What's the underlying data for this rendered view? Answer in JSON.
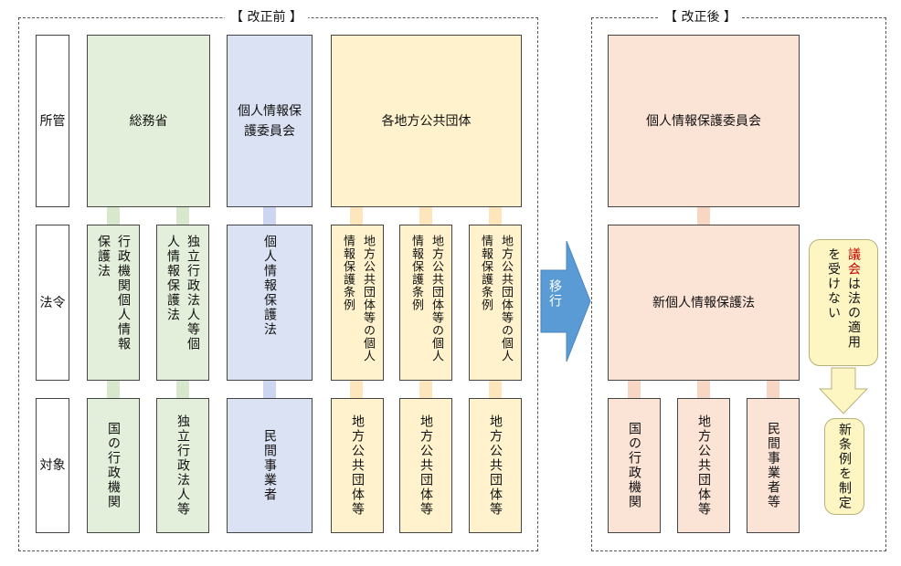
{
  "before": {
    "title": "【 改正前 】",
    "rows": {
      "jurisdiction": "所管",
      "law": "法令",
      "target": "対象"
    },
    "jurisdictions": {
      "soumu": "総務省",
      "ppc": "個人情報保護委員会",
      "local": "各地方公共団体"
    },
    "laws": {
      "gov": "行政機関個人情報保護法",
      "indep": "独立行政法人等個人情報保護法",
      "private": "個人情報保護法",
      "ordinance": "地方公共団体等の個人情報保護条例"
    },
    "targets": {
      "gov": "国の行政機関",
      "indep": "独立行政法人等",
      "private": "民間事業者",
      "local": "地方公共団体等"
    }
  },
  "transition": {
    "label": "移行"
  },
  "after": {
    "title": "【 改正後 】",
    "jurisdiction": "個人情報保護委員会",
    "law": "新個人情報保護法",
    "targets": {
      "gov": "国の行政機関",
      "local": "地方公共団体等",
      "private": "民間事業者等"
    },
    "note": {
      "highlight": "議会",
      "rest": "は法の適用を受けない"
    },
    "result": "新条例を制定"
  },
  "colors": {
    "green": "#e3efda",
    "blue": "#dbe2f4",
    "yellow": "#fff2cc",
    "peach": "#fbe3d6",
    "arrow": "#5b9bd5",
    "note": "#fdf6c3"
  }
}
